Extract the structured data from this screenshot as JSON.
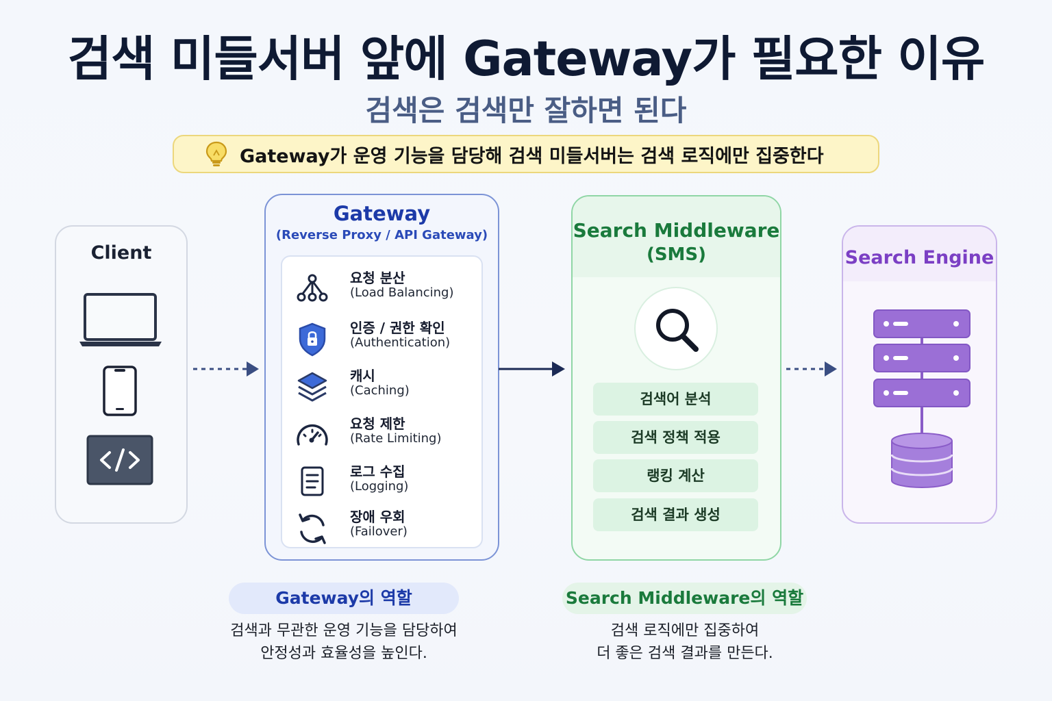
{
  "title": "검색 미들서버 앞에 Gateway가 필요한 이유",
  "subtitle": "검색은 검색만 잘하면 된다",
  "callout": {
    "icon": "lightbulb-icon",
    "text": "Gateway가 운영 기능을 담당해 검색 미들서버는 검색 로직에만 집중한다"
  },
  "client": {
    "title": "Client",
    "icons": [
      "laptop-icon",
      "smartphone-icon",
      "code-icon"
    ]
  },
  "gateway": {
    "title": "Gateway",
    "subtitle": "(Reverse Proxy / API Gateway)",
    "items": [
      {
        "icon": "load-balancing-icon",
        "ko": "요청 분산",
        "en": "(Load Balancing)"
      },
      {
        "icon": "shield-lock-icon",
        "ko": "인증 / 권한 확인",
        "en": "(Authentication)"
      },
      {
        "icon": "layers-icon",
        "ko": "캐시",
        "en": "(Caching)"
      },
      {
        "icon": "gauge-icon",
        "ko": "요청 제한",
        "en": "(Rate Limiting)"
      },
      {
        "icon": "document-icon",
        "ko": "로그 수집",
        "en": "(Logging)"
      },
      {
        "icon": "refresh-icon",
        "ko": "장애 우회",
        "en": "(Failover)"
      }
    ]
  },
  "search_middleware": {
    "title": "Search Middleware",
    "subtitle": "(SMS)",
    "icon": "search-icon",
    "functions": [
      "검색어 분석",
      "검색 정책 적용",
      "랭킹 계산",
      "검색 결과 생성"
    ]
  },
  "search_engine": {
    "title": "Search Engine",
    "icons": [
      "server-stack-icon",
      "database-icon"
    ]
  },
  "roles": {
    "gateway": {
      "label": "Gateway의 역할",
      "desc_1": "검색과 무관한 운영 기능을 담당하여",
      "desc_2": "안정성과 효율성을 높인다."
    },
    "search_middleware": {
      "label": "Search Middleware의 역할",
      "desc_1": "검색 로직에만 집중하여",
      "desc_2": "더 좋은 검색 결과를 만든다."
    }
  },
  "colors": {
    "title": "#0f1a33",
    "subtitle": "#4a5d85",
    "gateway_accent": "#1c3aa8",
    "sms_accent": "#1a7a3c",
    "engine_accent": "#7b3fc4",
    "callout_bg": "#fdf5c8",
    "arrow": "#1c2a55"
  }
}
